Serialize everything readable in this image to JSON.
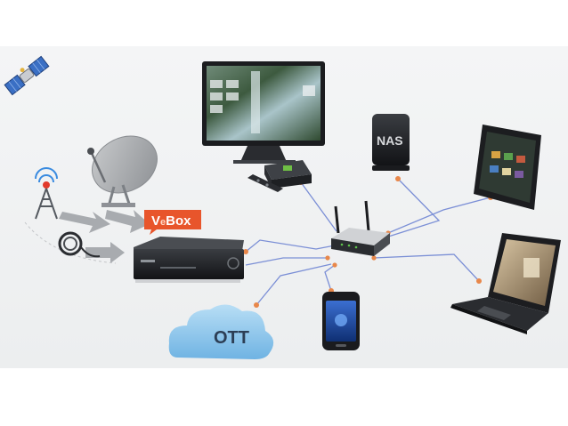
{
  "labels": {
    "vebox_prefix": "V",
    "vebox_suffix": "Box",
    "nas": "NAS",
    "ott": "OTT"
  },
  "colors": {
    "link_line": "#7b8fd6",
    "connector_dot": "#e8874a",
    "brand_badge": "#e8552b",
    "cloud": "#8cc6ec"
  },
  "devices": [
    "satellite-icon",
    "antenna-tower-icon",
    "satellite-dish-icon",
    "cable-coil-icon",
    "vebox-receiver",
    "ott-cloud",
    "television",
    "media-player",
    "remote-control",
    "nas-storage",
    "tablet",
    "wifi-router",
    "smartphone",
    "laptop"
  ]
}
